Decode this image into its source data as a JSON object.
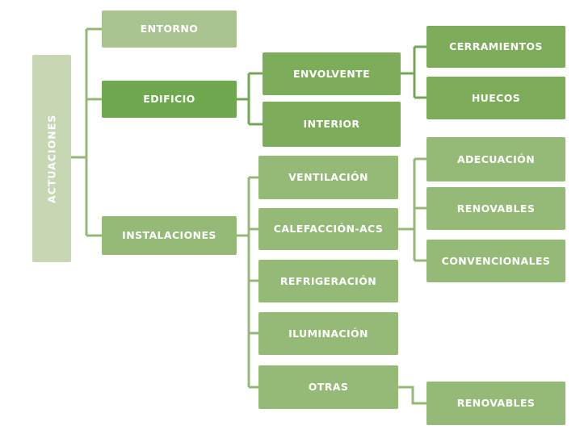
{
  "nodes": {
    "actuaciones": "ACTUACIONES",
    "entorno": "ENTORNO",
    "edificio": "EDIFICIO",
    "instalaciones": "INSTALACIONES",
    "envolvente": "ENVOLVENTE",
    "interior": "INTERIOR",
    "cerramientos": "CERRAMIENTOS",
    "huecos": "HUECOS",
    "ventilacion": "VENTILACIÓN",
    "calefaccion_acs": "CALEFACCIÓN-ACS",
    "refrigeracion": "REFRIGERACIÓN",
    "iluminacion": "ILUMINACIÓN",
    "otras": "OTRAS",
    "adecuacion": "ADECUACIÓN",
    "renovables_calefaccion": "RENOVABLES",
    "convencionales": "CONVENCIONALES",
    "renovables_otras": "RENOVABLES"
  },
  "structure": {
    "ACTUACIONES": [
      "ENTORNO",
      "EDIFICIO",
      "INSTALACIONES"
    ],
    "EDIFICIO": [
      "ENVOLVENTE",
      "INTERIOR"
    ],
    "ENVOLVENTE": [
      "CERRAMIENTOS",
      "HUECOS"
    ],
    "INSTALACIONES": [
      "VENTILACIÓN",
      "CALEFACCIÓN-ACS",
      "REFRIGERACIÓN",
      "ILUMINACIÓN",
      "OTRAS"
    ],
    "CALEFACCIÓN-ACS": [
      "ADECUACIÓN",
      "RENOVABLES",
      "CONVENCIONALES"
    ],
    "OTRAS": [
      "RENOVABLES"
    ]
  },
  "colors": {
    "background": "#ffffff",
    "root_fill": "#c7d6b3",
    "light_fill": "#a9c490",
    "dark_fill": "#70a850",
    "mid_fill": "#7dad5b",
    "sage_fill": "#95ba77",
    "connector_light": "#96b877",
    "connector_dark": "#74a754",
    "text": "#ffffff"
  }
}
